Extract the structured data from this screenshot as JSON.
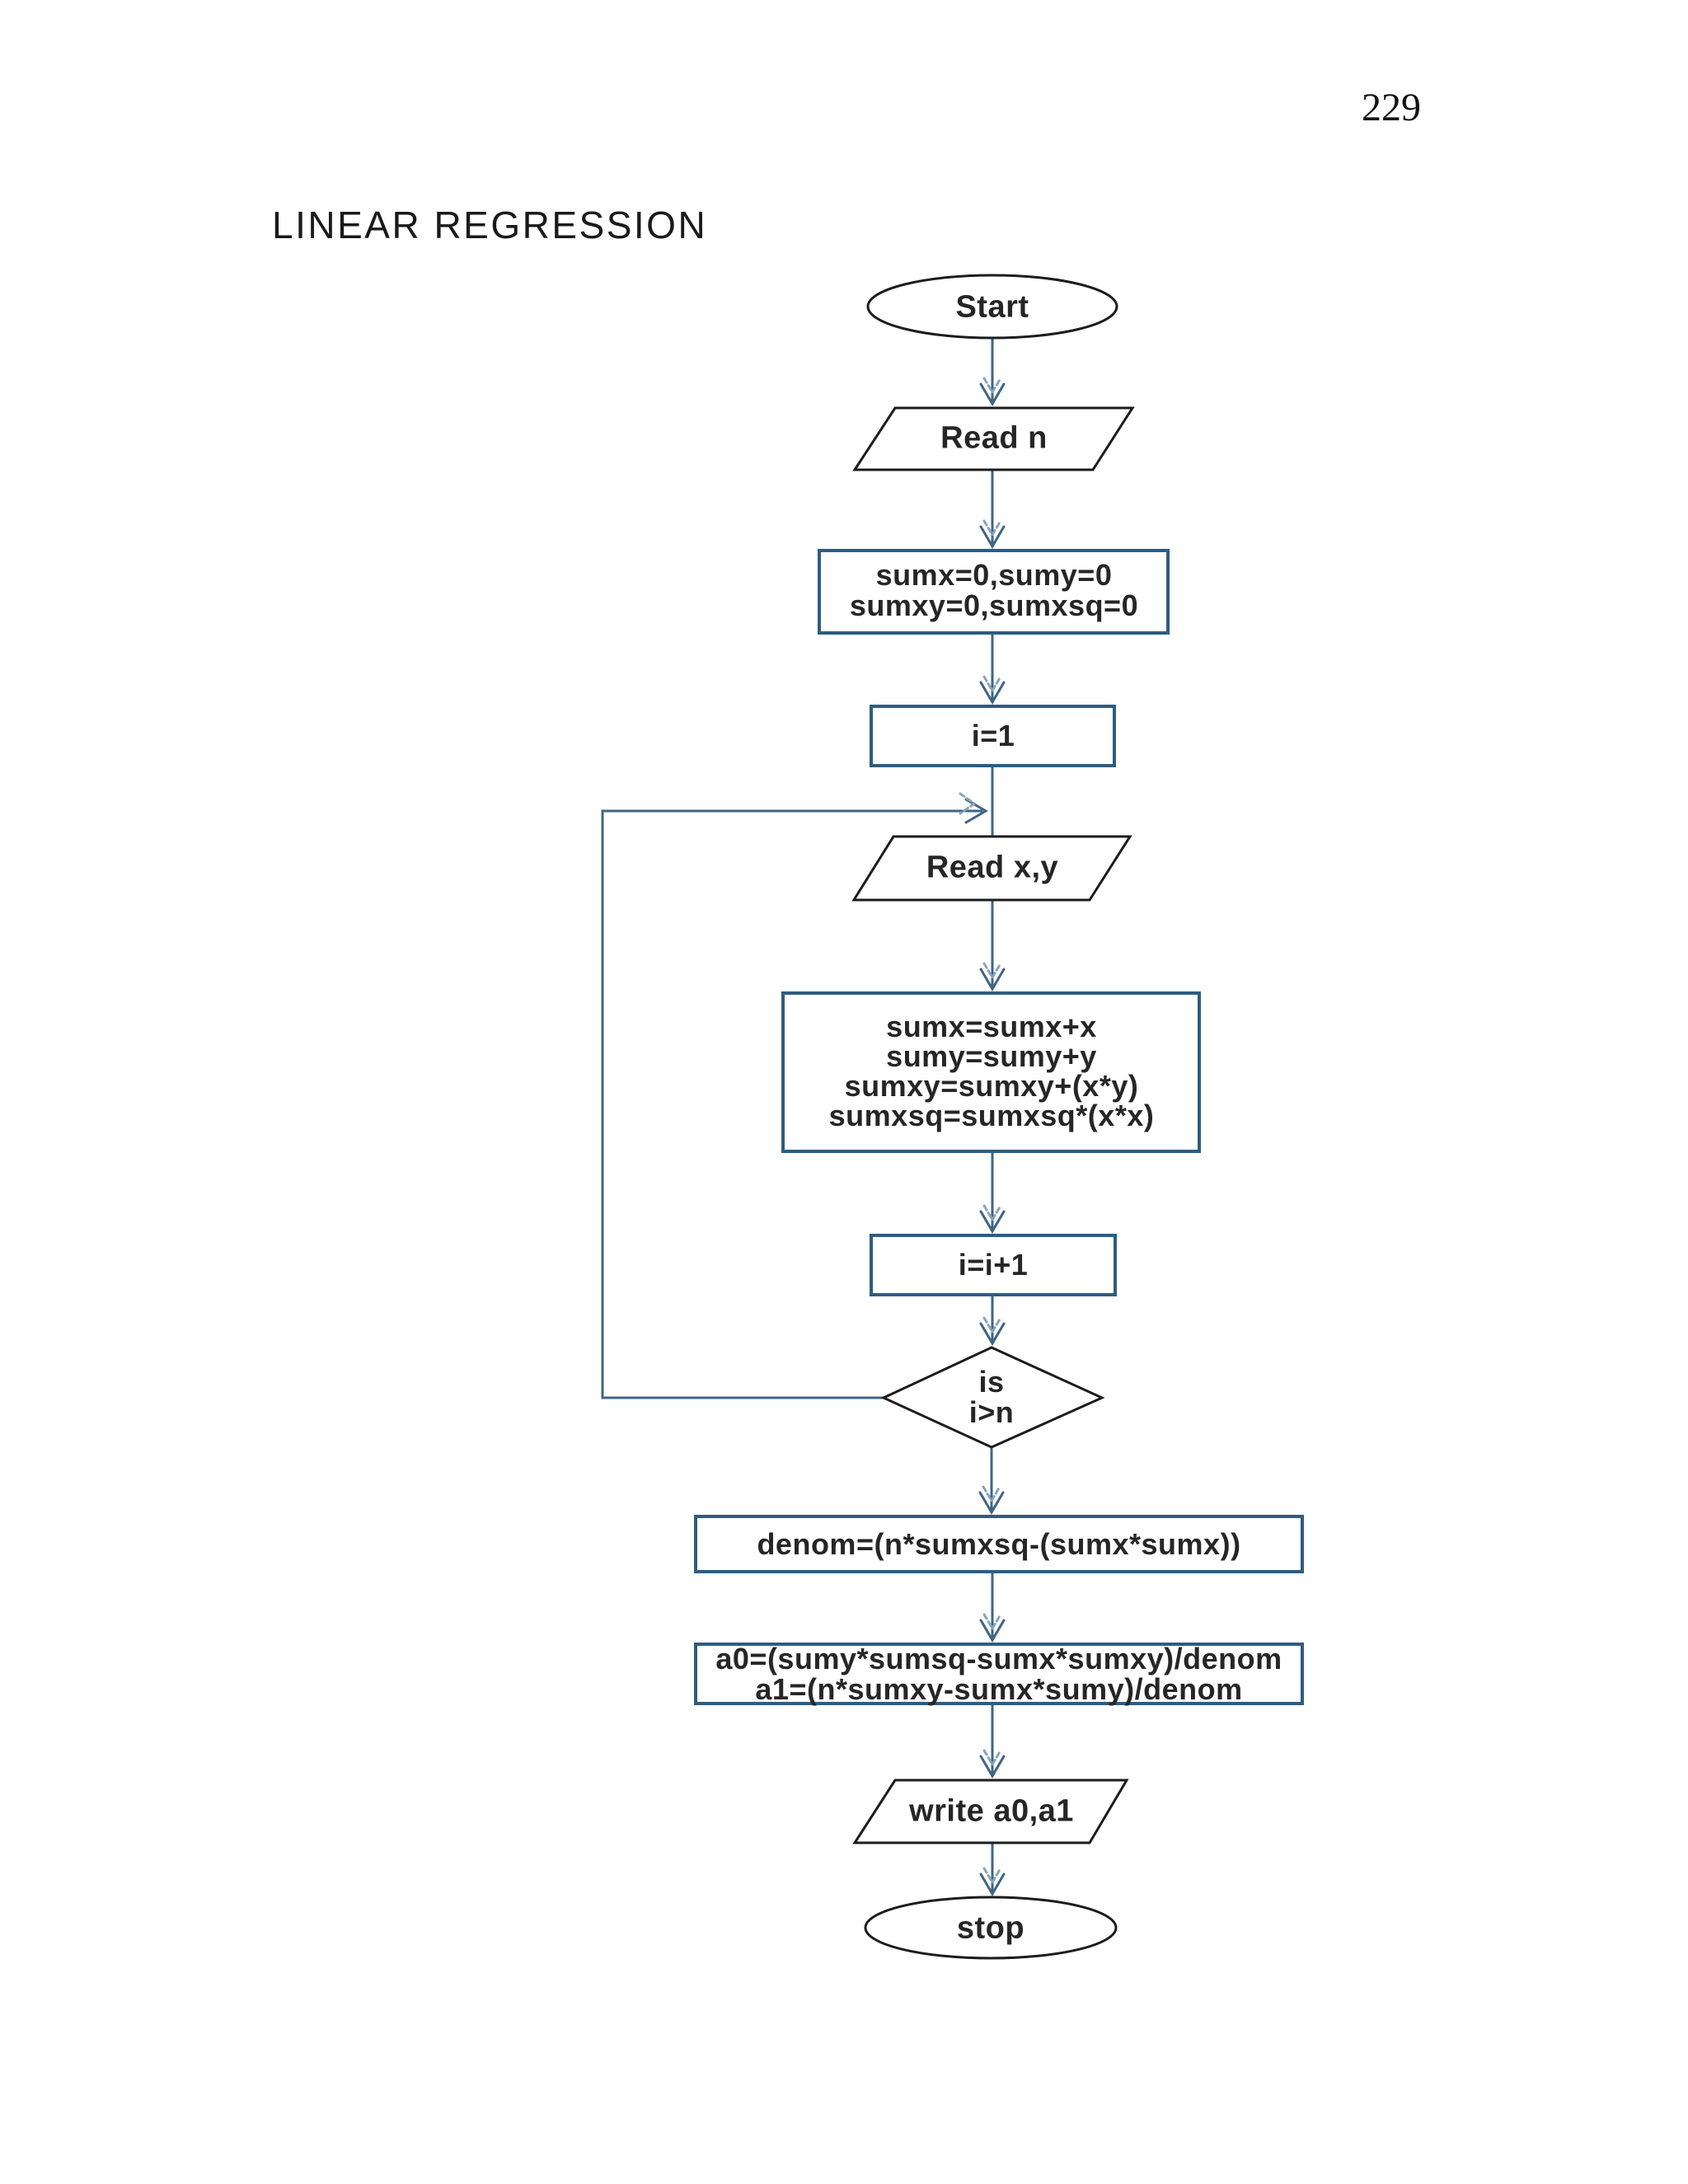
{
  "page": {
    "number": "229",
    "title": "LINEAR REGRESSION"
  },
  "nodes": {
    "start": {
      "label": "Start"
    },
    "read_n": {
      "label": "Read n"
    },
    "init": {
      "line1": "sumx=0,sumy=0",
      "line2": "sumxy=0,sumxsq=0"
    },
    "set_i": {
      "label": "i=1"
    },
    "read_xy": {
      "label": "Read x,y"
    },
    "accum": {
      "line1": "sumx=sumx+x",
      "line2": "sumy=sumy+y",
      "line3": "sumxy=sumxy+(x*y)",
      "line4": "sumxsq=sumxsq*(x*x)"
    },
    "incr": {
      "label": "i=i+1"
    },
    "decision": {
      "line1": "is",
      "line2": "i>n"
    },
    "denom": {
      "label": "denom=(n*sumxsq-(sumx*sumx))"
    },
    "coeff": {
      "line1": "a0=(sumy*sumsq-sumx*sumxy)/denom",
      "line2": "a1=(n*sumxy-sumx*sumy)/denom"
    },
    "write": {
      "label": "write a0,a1"
    },
    "stop": {
      "label": "stop"
    }
  },
  "colors": {
    "connector": "#3e6585",
    "arrowhead_ghost": "#8aa5bc",
    "process_border": "#2f5c80",
    "shape_border": "#1c1c1c",
    "text": "#262626"
  }
}
